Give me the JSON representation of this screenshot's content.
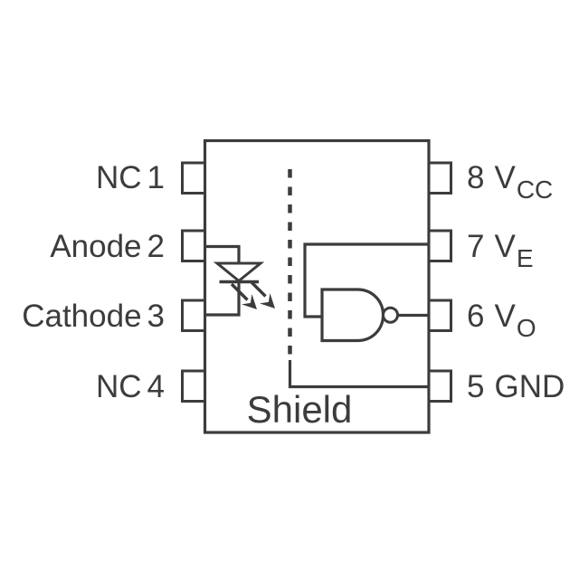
{
  "colors": {
    "line": "#3c3c3c",
    "background": "#ffffff"
  },
  "diagram": {
    "kind": "optocoupler-8-pin-package-schematic",
    "pins": {
      "left": [
        {
          "name": "NC",
          "number": "1"
        },
        {
          "name": "Anode",
          "number": "2"
        },
        {
          "name": "Cathode",
          "number": "3"
        },
        {
          "name": "NC",
          "number": "4"
        }
      ],
      "right": [
        {
          "number": "8",
          "signal": "V",
          "subscript": "CC"
        },
        {
          "number": "7",
          "signal": "V",
          "subscript": "E"
        },
        {
          "number": "6",
          "signal": "V",
          "subscript": "O"
        },
        {
          "number": "5",
          "signal": "GND",
          "subscript": ""
        }
      ]
    },
    "labels": {
      "shield": "Shield"
    },
    "symbols": {
      "led": "led-diode-symbol",
      "emission": "light-emission-arrows",
      "gate": "inverting-gate-with-bubble",
      "shield_boundary": "dotted-shield-line"
    }
  }
}
